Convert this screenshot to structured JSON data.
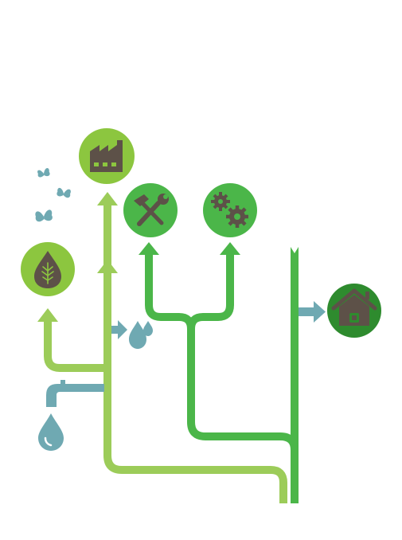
{
  "colors": {
    "pipe_light_green": "#9ccc59",
    "pipe_green": "#4bb649",
    "circle_light_green": "#8cc63f",
    "circle_green": "#4bb649",
    "circle_dark_green": "#2e8b2e",
    "teal": "#6fa9b2",
    "icon_gray": "#5d5148"
  },
  "nodes": [
    {
      "id": "factory",
      "icon": "factory-icon"
    },
    {
      "id": "tools",
      "icon": "tools-icon"
    },
    {
      "id": "gears",
      "icon": "gears-icon"
    },
    {
      "id": "plant",
      "icon": "leaf-drop-icon"
    },
    {
      "id": "home",
      "icon": "house-icon"
    }
  ],
  "decorations": [
    "butterfly-icon",
    "water-drops-icon",
    "faucet-icon",
    "water-drop-icon"
  ]
}
